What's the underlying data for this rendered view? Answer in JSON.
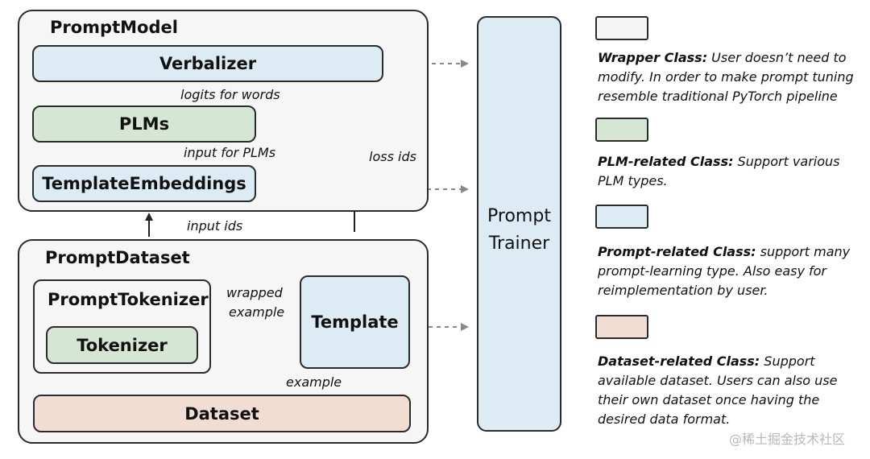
{
  "prompt_model": {
    "title": "PromptModel",
    "verbalizer": "Verbalizer",
    "plms": "PLMs",
    "template_embeddings": "TemplateEmbeddings"
  },
  "prompt_dataset": {
    "title": "PromptDataset",
    "prompt_tokenizer": "PromptTokenizer",
    "tokenizer": "Tokenizer",
    "template": "Template",
    "dataset": "Dataset"
  },
  "trainer": {
    "line1": "Prompt",
    "line2": "Trainer"
  },
  "edge_labels": {
    "logits_for_words": "logits for words",
    "input_for_plms": "input for PLMs",
    "loss_ids": "loss ids",
    "input_ids": "input ids",
    "wrapped": "wrapped",
    "example_wrapped": "example",
    "example": "example"
  },
  "legend": [
    {
      "swatch_color": "#f5f5f5",
      "title": "Wrapper Class:",
      "text": " User doesn’t  need to modify. In order to make prompt tuning resemble traditional PyTorch pipeline"
    },
    {
      "swatch_color": "#d6e6d4",
      "title": "PLM-related Class:",
      "text": " Support various PLM types."
    },
    {
      "swatch_color": "#ddebf4",
      "title": "Prompt-related Class:",
      "text": " support  many prompt-learning type.  Also easy for reimplementation by user."
    },
    {
      "swatch_color": "#f1ddd2",
      "title": "Dataset-related Class:",
      "text": " Support available dataset.  Users can also use their own dataset once having the desired data  format."
    }
  ],
  "watermark": "@稀土掘金技术社区"
}
